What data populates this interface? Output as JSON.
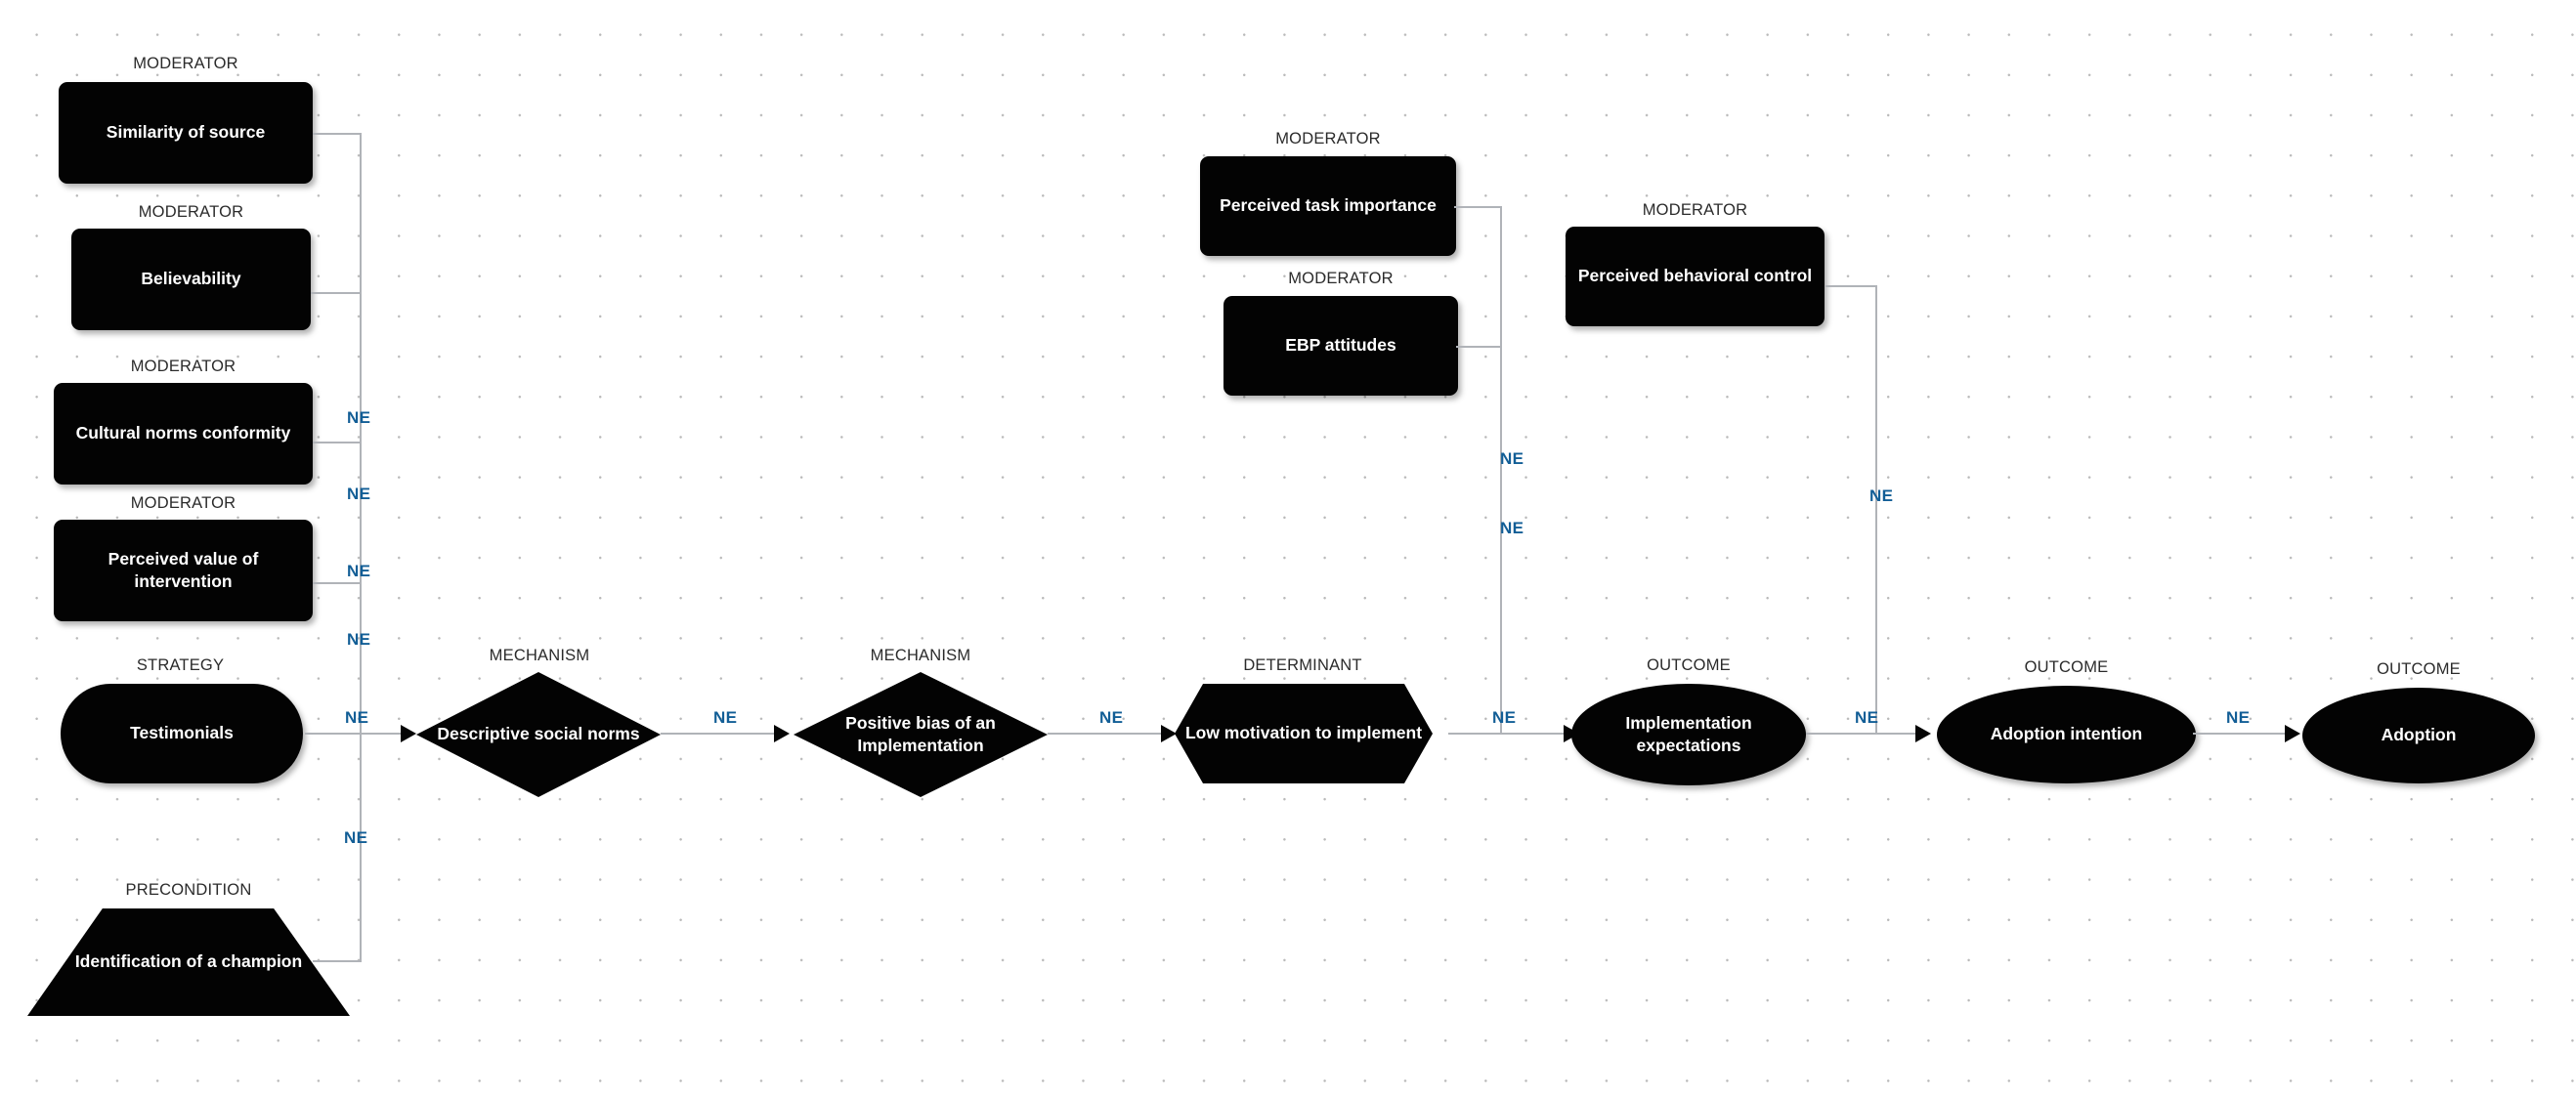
{
  "diagram": {
    "title": "Implementation science causal pathway diagram",
    "edge_label": "NE",
    "edge_label_color": "#125e96",
    "node_fill": "#030303",
    "node_text_color": "#ffffff",
    "connector_color": "#b0b3b8",
    "background": "#ffffff"
  },
  "type_labels": {
    "moderator": "MODERATOR",
    "strategy": "STRATEGY",
    "precondition": "PRECONDITION",
    "mechanism": "MECHANISM",
    "determinant": "DETERMINANT",
    "outcome": "OUTCOME"
  },
  "nodes": [
    {
      "id": "similarity-of-source",
      "type": "MODERATOR",
      "shape": "rect",
      "label": "Similarity of source"
    },
    {
      "id": "believability",
      "type": "MODERATOR",
      "shape": "rect",
      "label": "Believability"
    },
    {
      "id": "cultural-norms-conformity",
      "type": "MODERATOR",
      "shape": "rect",
      "label": "Cultural norms conformity"
    },
    {
      "id": "perceived-value-of-intervention",
      "type": "MODERATOR",
      "shape": "rect",
      "label": "Perceived value of intervention"
    },
    {
      "id": "testimonials",
      "type": "STRATEGY",
      "shape": "stadium",
      "label": "Testimonials"
    },
    {
      "id": "identification-of-a-champion",
      "type": "PRECONDITION",
      "shape": "trapezoid",
      "label": "Identification of a champion"
    },
    {
      "id": "descriptive-social-norms",
      "type": "MECHANISM",
      "shape": "diamond",
      "label": "Descriptive social norms"
    },
    {
      "id": "positive-bias-of-an-implementation",
      "type": "MECHANISM",
      "shape": "diamond",
      "label": "Positive bias of an Implementation"
    },
    {
      "id": "perceived-task-importance",
      "type": "MODERATOR",
      "shape": "rect",
      "label": "Perceived task importance"
    },
    {
      "id": "ebp-attitudes",
      "type": "MODERATOR",
      "shape": "rect",
      "label": "EBP attitudes"
    },
    {
      "id": "low-motivation-to-implement",
      "type": "DETERMINANT",
      "shape": "hexagon",
      "label": "Low motivation to implement"
    },
    {
      "id": "perceived-behavioral-control",
      "type": "MODERATOR",
      "shape": "rect",
      "label": "Perceived behavioral control"
    },
    {
      "id": "implementation-expectations",
      "type": "OUTCOME",
      "shape": "ellipse",
      "label": "Implementation expectations"
    },
    {
      "id": "adoption-intention",
      "type": "OUTCOME",
      "shape": "ellipse",
      "label": "Adoption intention"
    },
    {
      "id": "adoption",
      "type": "OUTCOME",
      "shape": "ellipse",
      "label": "Adoption"
    }
  ],
  "edges": [
    {
      "from": "testimonials",
      "to": "descriptive-social-norms",
      "label": "NE"
    },
    {
      "from": "descriptive-social-norms",
      "to": "positive-bias-of-an-implementation",
      "label": "NE"
    },
    {
      "from": "positive-bias-of-an-implementation",
      "to": "low-motivation-to-implement",
      "label": "NE"
    },
    {
      "from": "low-motivation-to-implement",
      "to": "implementation-expectations",
      "label": "NE"
    },
    {
      "from": "implementation-expectations",
      "to": "adoption-intention",
      "label": "NE"
    },
    {
      "from": "adoption-intention",
      "to": "adoption",
      "label": "NE"
    },
    {
      "from": "similarity-of-source",
      "to": "testimonials-edge",
      "label": "NE"
    },
    {
      "from": "believability",
      "to": "testimonials-edge",
      "label": "NE"
    },
    {
      "from": "cultural-norms-conformity",
      "to": "testimonials-edge",
      "label": "NE"
    },
    {
      "from": "perceived-value-of-intervention",
      "to": "testimonials-edge",
      "label": "NE"
    },
    {
      "from": "identification-of-a-champion",
      "to": "testimonials-edge",
      "label": "NE"
    },
    {
      "from": "perceived-task-importance",
      "to": "motivation-edge",
      "label": "NE"
    },
    {
      "from": "ebp-attitudes",
      "to": "motivation-edge",
      "label": "NE"
    },
    {
      "from": "perceived-behavioral-control",
      "to": "implementation-expectations-edge",
      "label": "NE"
    }
  ],
  "edge_labels": {
    "e1": "NE",
    "e2": "NE",
    "e3": "NE",
    "e4": "NE",
    "e5": "NE",
    "e6": "NE",
    "m1": "NE",
    "m2": "NE",
    "m3": "NE",
    "m4": "NE",
    "m5": "NE",
    "t1": "NE",
    "t2": "NE",
    "p1": "NE"
  }
}
